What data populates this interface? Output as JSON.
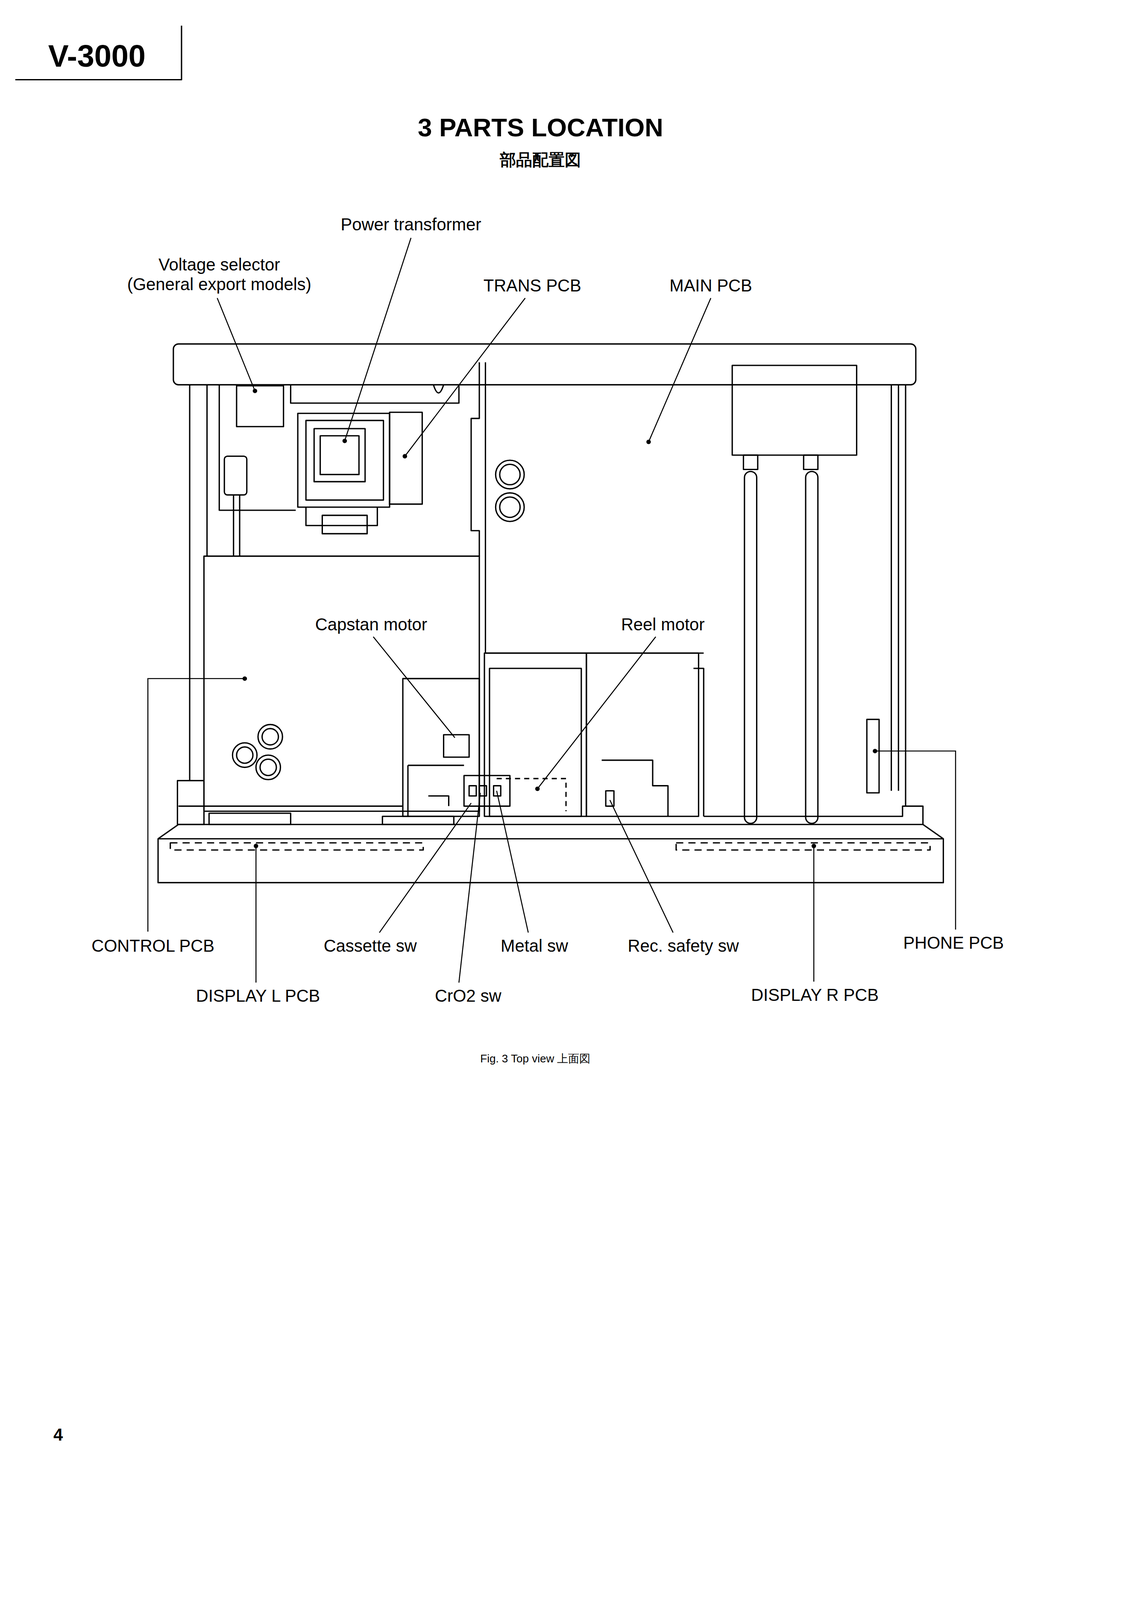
{
  "diagram": {
    "title": "3 PARTS LOCATION",
    "caption": "Fig. 3 Top view 上面図",
    "labels": [
      "V-3000",
      "部品配置図",
      "Voltage selector (General export models)",
      "Power transformer",
      "TRANS PCB",
      "MAIN PCB",
      "Capstan motor",
      "Reel motor",
      "CONTROL PCB",
      "Cassette sw",
      "Metal sw",
      "Rec. safety sw",
      "PHONE PCB",
      "DISPLAY L PCB",
      "CrO2 sw",
      "DISPLAY R PCB",
      "4"
    ]
  }
}
